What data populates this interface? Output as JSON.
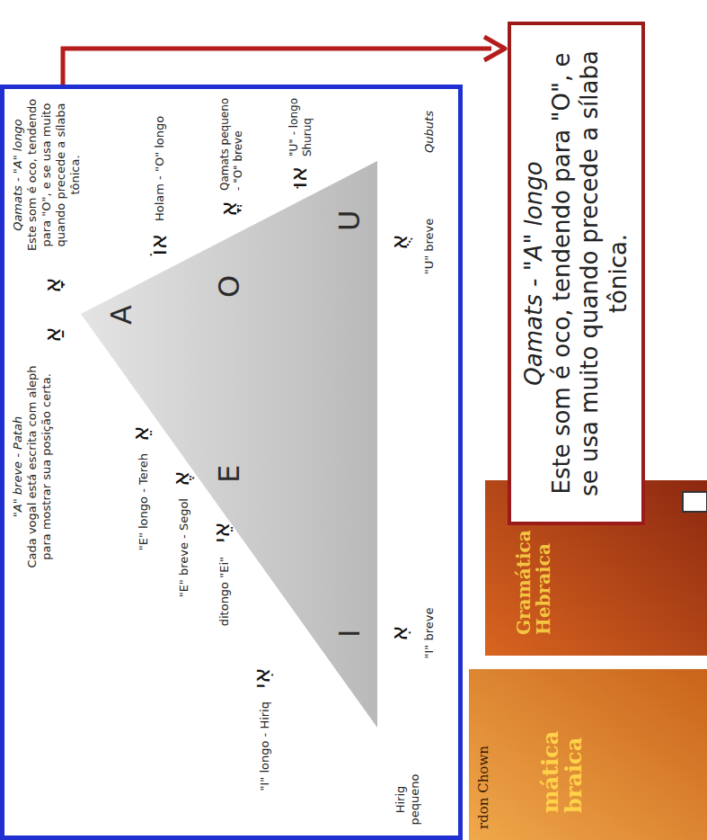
{
  "diagram": {
    "nodes": [
      {
        "text": [
          "\"A\" breve - Patah",
          "Cada vogal está escrita com aleph para mostrar sua posição certa.",
          "אַ",
          "אָ",
          "Qamats - \"A\" longo",
          "Este som é oco, tendendo para \"O\", e se usa muito quando precede a sílaba tônica.",
          "\"E\" longo - Tereh",
          "אֵ",
          "\"E\" breve - Segol",
          "אֶ",
          "ditongo \"Ei\"",
          "אֵי",
          "\"I\" longo - Hiriq",
          "אִי",
          "Hirig pequeno",
          "אִ",
          "\"I\" breve",
          "אוֹ",
          "Holam - \"O\" longo",
          "אֳ",
          "Qamats pequeno - \"O\" breve",
          "אוּ",
          "\"U\" - longo Shuruq",
          "אֻ",
          "\"U\" breve",
          "Qubuts"
        ]
      },
      {
        "text": [
          "A",
          "E",
          "I",
          "O",
          "U"
        ],
        "in": 0
      },
      {
        "text": [
          "Qamats - \"A\" longo",
          "Este som é oco, tendendo para \"O\", e se usa muito quando precede a sílaba tônica."
        ]
      }
    ],
    "edges": [
      {
        "from": 0,
        "to": 2,
        "arrow": "to"
      }
    ],
    "labels": [
      "rdon Chown",
      "mática braica",
      "Gramática Hebraica"
    ]
  }
}
